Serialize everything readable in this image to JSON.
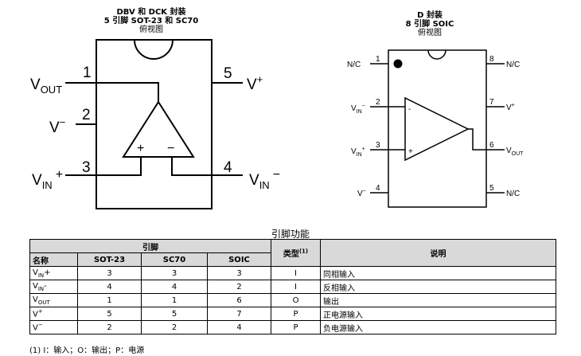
{
  "left_pkg": {
    "title1": "DBV 和 DCK 封装",
    "title2": "5 引脚 SOT-23 和 SC70",
    "title3": "俯视图",
    "pins": [
      {
        "num": "1",
        "label_main": "V",
        "label_sub": "OUT"
      },
      {
        "num": "2",
        "label_main": "V",
        "label_sup": "−"
      },
      {
        "num": "3",
        "label_main": "V",
        "label_sub": "IN",
        "label_suffix": "+"
      },
      {
        "num": "4",
        "label_main": "V",
        "label_sub": "IN",
        "label_suffix": "−"
      },
      {
        "num": "5",
        "label_main": "V",
        "label_sup": "+"
      }
    ],
    "plus_sign": "+",
    "minus_sign": "−"
  },
  "right_pkg": {
    "title1": "D 封装",
    "title2": "8 引脚 SOIC",
    "title3": "俯视图",
    "pins": [
      {
        "num": "1",
        "label": "N/C"
      },
      {
        "num": "2",
        "label_main": "V",
        "label_sub": "IN",
        "label_sup": "−"
      },
      {
        "num": "3",
        "label_main": "V",
        "label_sub": "IN",
        "label_sup": "+"
      },
      {
        "num": "4",
        "label_main": "V",
        "label_sup": "−"
      },
      {
        "num": "5",
        "label": "N/C"
      },
      {
        "num": "6",
        "label_main": "V",
        "label_sub": "OUT"
      },
      {
        "num": "7",
        "label_main": "V",
        "label_sup": "+"
      },
      {
        "num": "8",
        "label": "N/C"
      }
    ],
    "plus_sign": "+",
    "minus_sign": "-"
  },
  "table": {
    "title": "引脚功能",
    "group_header": "引脚",
    "col_name": "名称",
    "col_sot23": "SOT-23",
    "col_sc70": "SC70",
    "col_soic": "SOIC",
    "col_type": "类型",
    "col_type_note": "(1)",
    "col_desc": "说明",
    "rows": [
      {
        "name_main": "V",
        "name_sub": "IN",
        "name_suffix": "+",
        "sot23": "3",
        "sc70": "3",
        "soic": "3",
        "type": "I",
        "desc": "同相输入"
      },
      {
        "name_main": "V",
        "name_sub": "IN",
        "name_suffix": "-",
        "sot23": "4",
        "sc70": "4",
        "soic": "2",
        "type": "I",
        "desc": "反相输入"
      },
      {
        "name_main": "V",
        "name_sub": "OUT",
        "name_suffix": "",
        "sot23": "1",
        "sc70": "1",
        "soic": "6",
        "type": "O",
        "desc": "输出"
      },
      {
        "name_main": "V",
        "name_sup": "+",
        "sot23": "5",
        "sc70": "5",
        "soic": "7",
        "type": "P",
        "desc": "正电源输入"
      },
      {
        "name_main": "V",
        "name_sup": "−",
        "sot23": "2",
        "sc70": "2",
        "soic": "4",
        "type": "P",
        "desc": "负电源输入"
      }
    ]
  },
  "footnote": "(1)  I：输入；O：输出；P：电源"
}
